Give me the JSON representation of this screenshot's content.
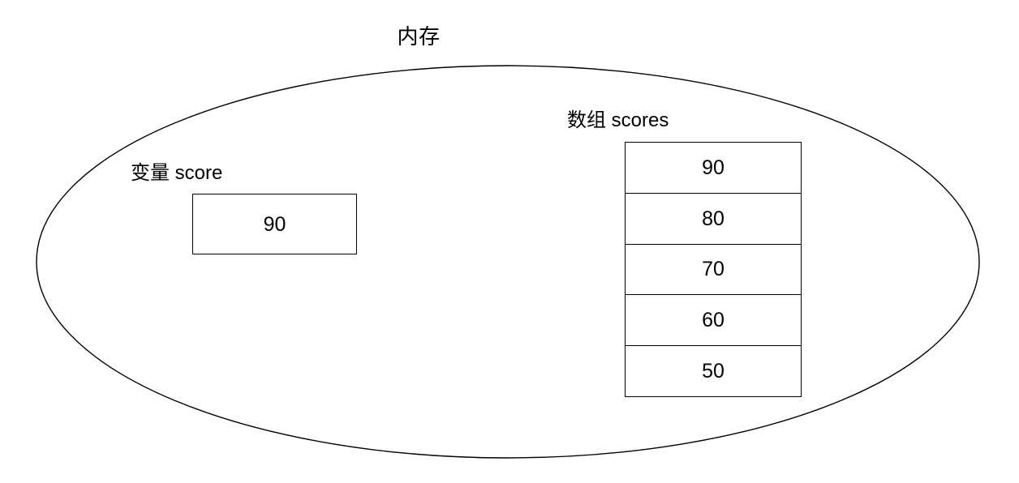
{
  "diagram": {
    "title": "内存",
    "container_shape": "ellipse",
    "variable": {
      "label": "变量 score",
      "value": "90"
    },
    "array": {
      "label": "数组 scores",
      "cells": [
        {
          "value": "90"
        },
        {
          "value": "80"
        },
        {
          "value": "70"
        },
        {
          "value": "60"
        },
        {
          "value": "50"
        }
      ]
    },
    "colors": {
      "stroke": "#000000",
      "background": "#ffffff",
      "text": "#000000"
    }
  }
}
